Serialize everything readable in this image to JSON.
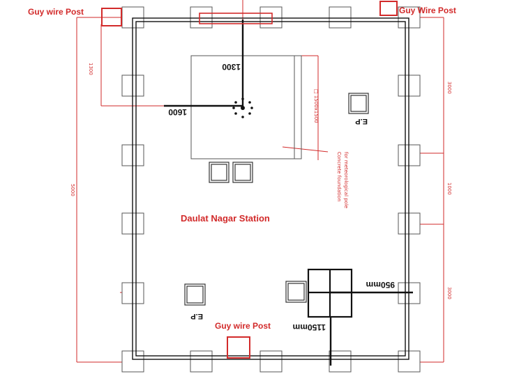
{
  "labels": {
    "guy_wire_post_tl": "Guy wire Post",
    "guy_wire_post_tr": "Guy Wire Post",
    "guy_wire_post_bottom": "Guy wire Post",
    "station_name": "Daulat Nagar Station"
  },
  "dimensions": {
    "dim_1300": "1300",
    "dim_1600": "1600",
    "dim_950": "950mm",
    "dim_1150": "1150mm",
    "left_1300": "1300",
    "left_5000": "5000",
    "right_3000_top": "3000",
    "right_1000": "1000",
    "right_3000_bottom": "3000",
    "concrete_label": "□ 1500x1500",
    "concrete_note_1": "Concrete foundation",
    "concrete_note_2": "for meteorological pole"
  },
  "earth_pits": {
    "ep_right": "E.P",
    "ep_left": "E.P"
  },
  "colors": {
    "red": "#d22a2a",
    "black": "#111111",
    "grey": "#555555"
  }
}
